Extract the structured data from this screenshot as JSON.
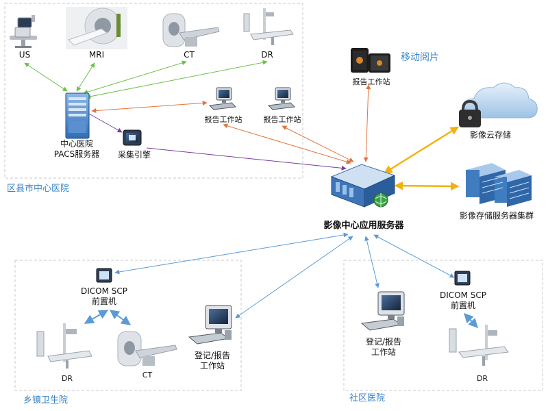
{
  "regions": {
    "county_hospital": "区县市中心医院",
    "township_hospital": "乡镇卫生院",
    "community_hospital": "社区医院"
  },
  "labels": {
    "us": "US",
    "mri": "MRI",
    "ct_top": "CT",
    "dr_top": "DR",
    "pacs_server": "中心医院\nPACS服务器",
    "collector": "采集引擎",
    "report_ws_1": "报告工作站",
    "report_ws_2": "报告工作站",
    "mobile_report_ws": "报告工作站",
    "mobile_reading": "移动阅片",
    "cloud_storage": "影像云存储",
    "storage_cluster": "影像存储服务器集群",
    "app_server": "影像中心应用服务器",
    "dicom_left": "DICOM SCP\n前置机",
    "dr_left": "DR",
    "ct_left": "CT",
    "reg_report_left": "登记/报告\n工作站",
    "reg_report_right": "登记/报告\n工作站",
    "dicom_right": "DICOM SCP\n前置机",
    "dr_right": "DR"
  },
  "colors": {
    "region_label": "#3b86c8",
    "green_link": "#6cc04a",
    "orange_link": "#e0743a",
    "purple_link": "#7b3c9e",
    "gold_link": "#f2b20e",
    "blue_link": "#5a9bd5",
    "dashed_border": "#c8c8c8"
  }
}
